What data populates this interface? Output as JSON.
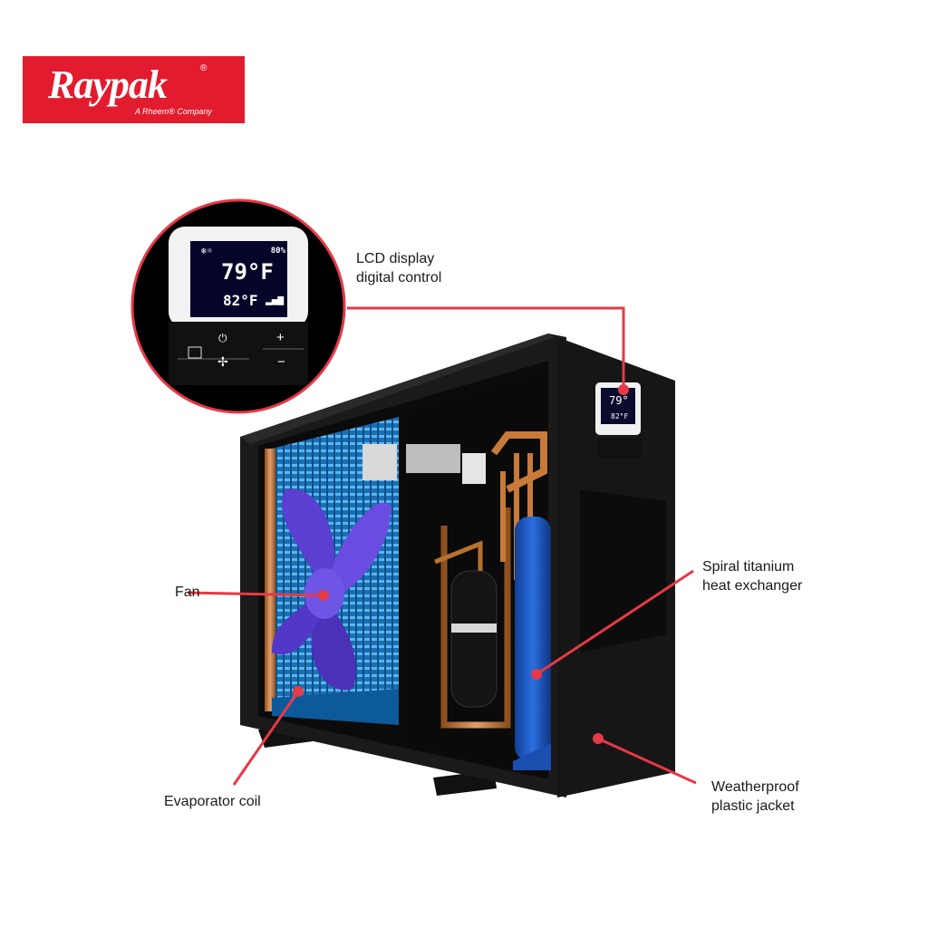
{
  "brand": {
    "name": "Raypak",
    "registered": "®",
    "tagline": "A Rheem® Company",
    "color": "#e31b2e"
  },
  "display": {
    "set_temp": "79°F",
    "water_temp": "82°F",
    "humidity": "80%",
    "plus": "+",
    "minus": "−"
  },
  "callouts": [
    {
      "id": "lcd",
      "lines": [
        "LCD display",
        "digital control"
      ]
    },
    {
      "id": "fan",
      "lines": [
        "Fan"
      ]
    },
    {
      "id": "heat-exchanger",
      "lines": [
        "Spiral titanium",
        "heat exchanger"
      ]
    },
    {
      "id": "evaporator",
      "lines": [
        "Evaporator coil"
      ]
    },
    {
      "id": "jacket",
      "lines": [
        "Weatherproof",
        "plastic jacket"
      ]
    }
  ],
  "colors": {
    "callout_line": "#e63946",
    "unit_body": "#121212",
    "coil": "#2a8fd6",
    "fan_blade": "#5b3fd1",
    "copper": "#c77a3a",
    "exchanger": "#1f5bc4"
  }
}
